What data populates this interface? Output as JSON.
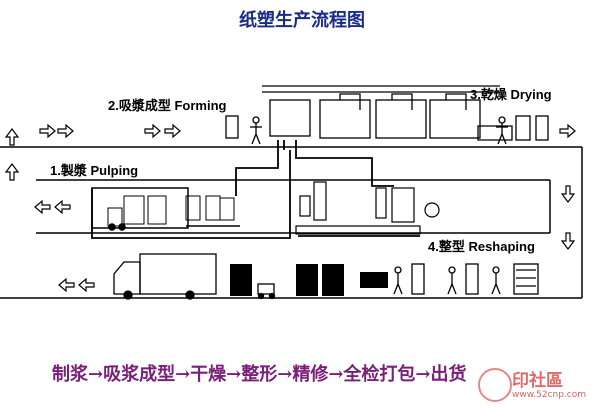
{
  "title": "纸塑生产流程图",
  "stages": {
    "pulping": "1.製漿 Pulping",
    "forming": "2.吸漿成型 Forming",
    "drying": "3.乾燥  Drying",
    "reshaping": "4.整型 Reshaping"
  },
  "bottom_flow": "制浆→吸浆成型→干燥→整形→精修→全检打包→出货",
  "watermark": {
    "brand": "印社區",
    "url": "www.52cnp.com"
  },
  "colors": {
    "title": "#1a2a8a",
    "flow_text": "#7a1e7a",
    "watermark": "#d23a3a"
  }
}
